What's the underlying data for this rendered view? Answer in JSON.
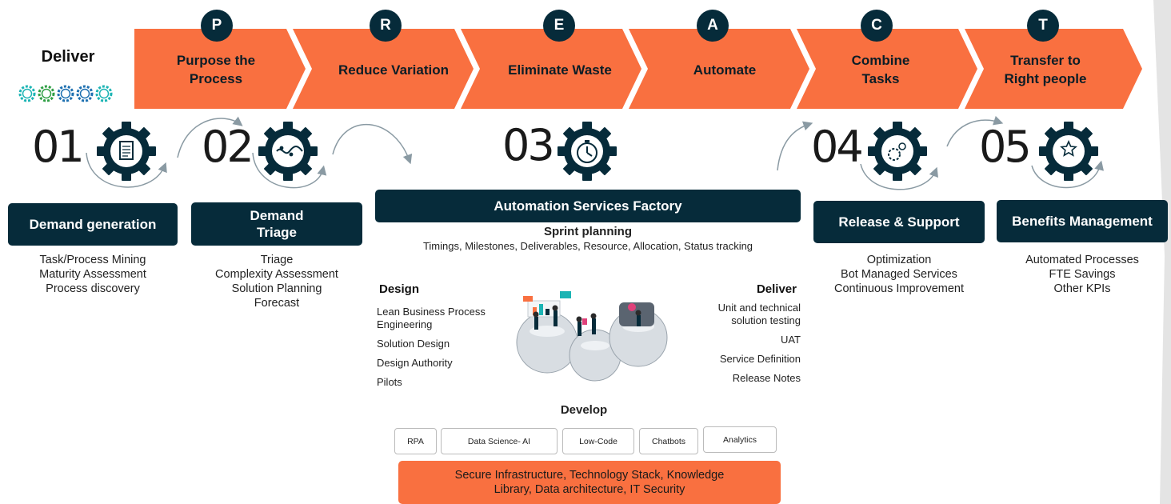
{
  "deliver": {
    "title": "Deliver"
  },
  "prepact": [
    {
      "letter": "P",
      "label_lines": [
        "Purpose the",
        "Process"
      ]
    },
    {
      "letter": "R",
      "label_lines": [
        "Reduce Variation"
      ]
    },
    {
      "letter": "E",
      "label_lines": [
        "Eliminate Waste"
      ]
    },
    {
      "letter": "A",
      "label_lines": [
        "Automate"
      ]
    },
    {
      "letter": "C",
      "label_lines": [
        "Combine",
        "Tasks"
      ]
    },
    {
      "letter": "T",
      "label_lines": [
        "Transfer to",
        "Right people"
      ]
    }
  ],
  "colors": {
    "orange": "#f97040",
    "dark": "#062b3a"
  },
  "stages": [
    {
      "number": "01",
      "icon": "document-gear-icon",
      "title_lines": [
        "Demand generation"
      ],
      "items": [
        "Task/Process Mining",
        "Maturity Assessment",
        "Process discovery"
      ]
    },
    {
      "number": "02",
      "icon": "flow-gear-icon",
      "title_lines": [
        "Demand",
        "Triage"
      ],
      "items": [
        "Triage",
        "Complexity Assessment",
        "Solution Planning",
        "Forecast"
      ]
    },
    {
      "number": "03",
      "icon": "stopwatch-gear-icon",
      "title_lines": [
        "Automation Services Factory"
      ],
      "items": []
    },
    {
      "number": "04",
      "icon": "settings-gear-icon",
      "title_lines": [
        "Release & Support"
      ],
      "items": [
        "Optimization",
        "Bot Managed Services",
        "Continuous Improvement"
      ]
    },
    {
      "number": "05",
      "icon": "stars-gear-icon",
      "title_lines": [
        "Benefits Management"
      ],
      "items": [
        "Automated Processes",
        "FTE Savings",
        "Other KPIs"
      ]
    }
  ],
  "factory": {
    "sprint_title": "Sprint planning",
    "sprint_items": "Timings, Milestones, Deliverables, Resource, Allocation, Status tracking",
    "design_title": "Design",
    "design_items": [
      "Lean Business Process Engineering",
      "Solution Design",
      "Design Authority",
      "Pilots"
    ],
    "deliver_title": "Deliver",
    "deliver_items": [
      "Unit and technical solution testing",
      "UAT",
      "Service Definition",
      "Release Notes"
    ],
    "develop_title": "Develop",
    "develop_items": [
      "RPA",
      "Data Science- AI",
      "Low-Code",
      "Chatbots",
      "Analytics"
    ],
    "infra_lines": [
      "Secure Infrastructure, Technology Stack, Knowledge",
      "Library, Data architecture, IT Security"
    ]
  }
}
